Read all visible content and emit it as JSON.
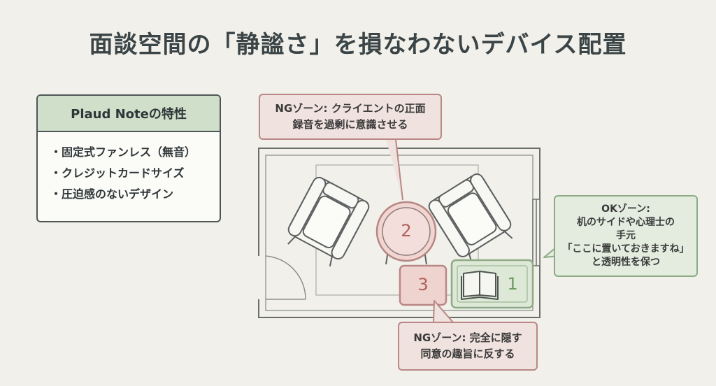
{
  "title": "面談空間の「静謐さ」を損なわないデバイス配置",
  "properties": {
    "heading": "Plaud Noteの特性",
    "items": [
      "固定式ファンレス（無音）",
      "クレジットカードサイズ",
      "圧迫感のないデザイン"
    ]
  },
  "callouts": {
    "ng_front": {
      "line1": "NGゾーン: クライエントの正面",
      "line2": "録音を過剰に意識させる"
    },
    "ok_side": {
      "lines": [
        "OKゾーン:",
        "机のサイドや心理士の",
        "手元",
        "「ここに置いておきますね」",
        "と透明性を保つ"
      ]
    },
    "ng_hidden": {
      "line1": "NGゾーン: 完全に隠す",
      "line2": "同意の趣旨に反する"
    }
  },
  "zones": {
    "z1": "1",
    "z2": "2",
    "z3": "3"
  },
  "colors": {
    "ng": "#b98785",
    "ok": "#8cab86",
    "ng_text": "#b0605a",
    "ok_text": "#6f9a62"
  }
}
